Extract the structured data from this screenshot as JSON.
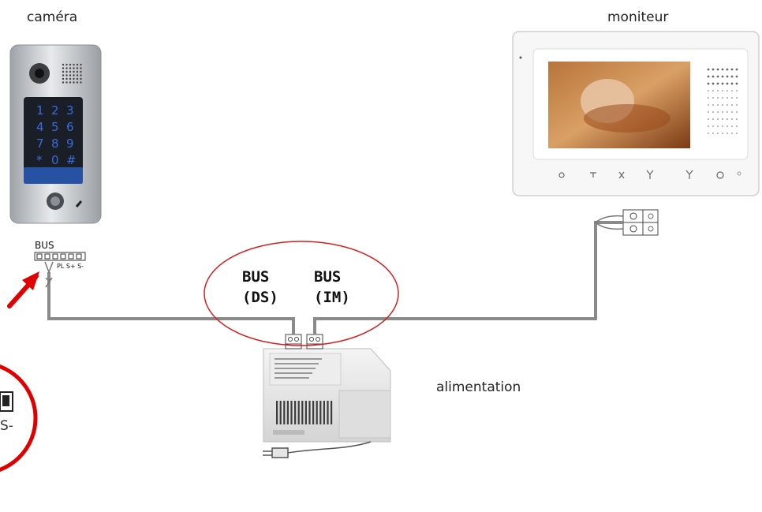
{
  "labels": {
    "camera": "caméra",
    "monitor": "moniteur",
    "power_supply": "alimentation"
  },
  "camera_terminal": {
    "bus_label": "BUS",
    "pins_label": "PL S+ S-"
  },
  "zoom_inset": {
    "pins_label": "S-"
  },
  "power_supply_outputs": {
    "ds_line1": "BUS",
    "ds_line2": "(DS)",
    "im_line1": "BUS",
    "im_line2": "(IM)"
  },
  "keypad": [
    "1",
    "2",
    "3",
    "4",
    "5",
    "6",
    "7",
    "8",
    "9",
    "*",
    "0",
    "#"
  ],
  "colors": {
    "wire": "#8a8a8a",
    "highlight_ellipse": "#d62020",
    "zoom_circle": "#e00000",
    "keypad_digits": "#3a6bdc",
    "device_white": "#f2f2f2",
    "camera_panel": "#c9ccd0"
  }
}
